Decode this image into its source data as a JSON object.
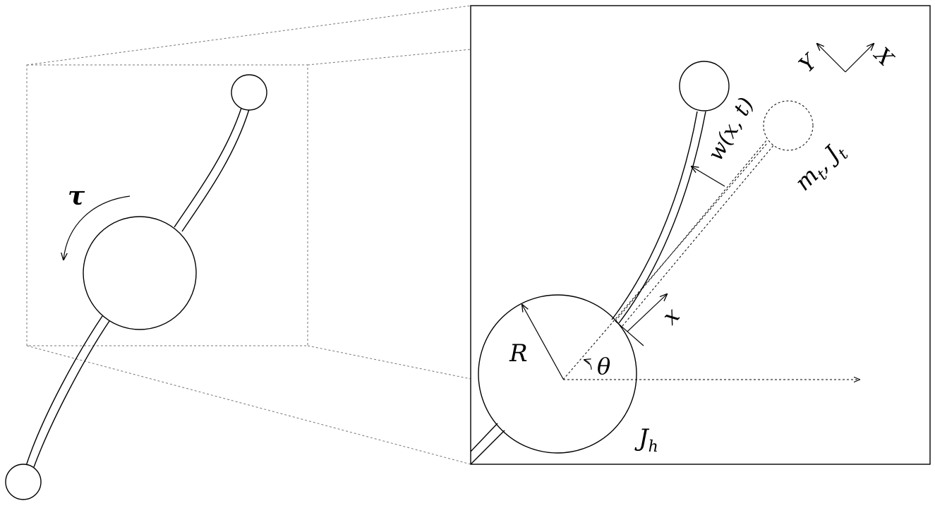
{
  "labels": {
    "torque": "τ",
    "radius": "R",
    "angle": "θ",
    "hub_inertia": "J",
    "hub_inertia_sub": "h",
    "deflection": "w(x, t)",
    "tip_mass": "m",
    "tip_mass_sub": "t",
    "tip_sep": ", ",
    "tip_inertia": "J",
    "tip_inertia_sub": "t",
    "beam_coord": "x",
    "frame_y": "Y",
    "frame_x": "X"
  },
  "colors": {
    "stroke": "#000000",
    "background": "#ffffff",
    "projection_lines": "#777777"
  }
}
